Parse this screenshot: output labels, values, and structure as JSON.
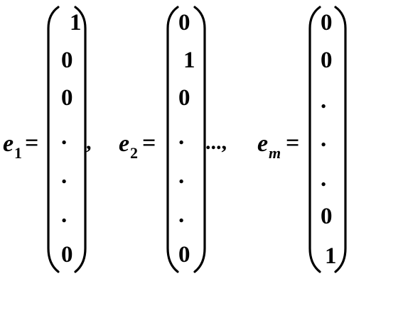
{
  "equation": {
    "vectors": [
      {
        "name": "e",
        "subscript": "1",
        "equals": "=",
        "entries": [
          "1",
          "0",
          "0",
          ".",
          ".",
          ".",
          "0"
        ],
        "separator": ","
      },
      {
        "name": "e",
        "subscript": "2",
        "equals": "=",
        "entries": [
          "0",
          "1",
          "0",
          ".",
          ".",
          ".",
          "0"
        ],
        "separator": "...,"
      },
      {
        "name": "e",
        "subscript": "m",
        "equals": "=",
        "entries": [
          "0",
          "0",
          ".",
          ".",
          ".",
          "0",
          "1"
        ],
        "separator": ""
      }
    ]
  }
}
